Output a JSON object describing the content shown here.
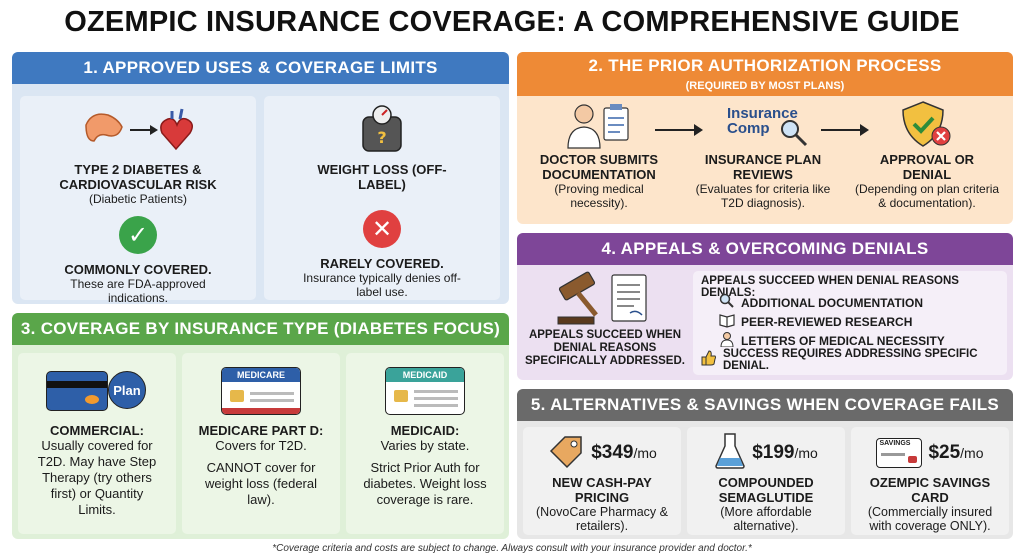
{
  "title": "OZEMPIC INSURANCE COVERAGE: A COMPREHENSIVE GUIDE",
  "colors": {
    "blue": "#3f79c0",
    "orange": "#ee8a36",
    "green": "#5aa64a",
    "purple": "#7e4698",
    "gray": "#6a6a6a",
    "check": "#3aa34a",
    "cross": "#e04040"
  },
  "section1": {
    "heading": "1. APPROVED USES & COVERAGE LIMITS",
    "left": {
      "icon": "pancreas-heart-icon",
      "label": "TYPE 2 DIABETES & CARDIOVASCULAR RISK",
      "sub": "(Diabetic Patients)",
      "status_icon": "check-icon",
      "status": "COMMONLY COVERED.",
      "desc": "These are FDA-approved indications."
    },
    "right": {
      "icon": "scale-question-icon",
      "label": "WEIGHT LOSS (OFF-LABEL)",
      "status_icon": "cross-icon",
      "status": "RARELY COVERED.",
      "desc": "Insurance typically denies off-label use."
    }
  },
  "section2": {
    "heading": "2. THE PRIOR AUTHORIZATION PROCESS",
    "subheading": "(REQUIRED BY MOST PLANS)",
    "steps": [
      {
        "icon": "doctor-clipboard-icon",
        "title": "DOCTOR SUBMITS DOCUMENTATION",
        "desc": "(Proving medical necessity)."
      },
      {
        "icon": "insurance-magnifier-icon",
        "icon_text": "Insurance Comp",
        "title": "INSURANCE PLAN REVIEWS",
        "desc": "(Evaluates for criteria like T2D diagnosis)."
      },
      {
        "icon": "shield-check-icon",
        "title": "APPROVAL OR DENIAL",
        "desc": "(Depending on plan criteria & documentation)."
      }
    ]
  },
  "section3": {
    "heading": "3. COVERAGE BY INSURANCE TYPE (DIABETES FOCUS)",
    "cols": [
      {
        "icon": "credit-card-icon",
        "badge": "Plan",
        "title": "COMMERCIAL:",
        "desc": "Usually covered for T2D. May have Step Therapy (try others first) or Quantity Limits."
      },
      {
        "icon": "medicare-card-icon",
        "card_label": "MEDICARE",
        "title": "MEDICARE PART D:",
        "desc1": "Covers for T2D.",
        "desc2": "CANNOT cover for weight loss (federal law)."
      },
      {
        "icon": "medicaid-card-icon",
        "card_label": "MEDICAID",
        "title": "MEDICAID:",
        "desc1": "Varies by state.",
        "desc2": "Strict Prior Auth for diabetes. Weight loss coverage is rare."
      }
    ]
  },
  "section4": {
    "heading": "4. APPEALS & OVERCOMING DENIALS",
    "left_text": "APPEALS SUCCEED WHEN DENIAL REASONS SPECIFICALLY ADDRESSED.",
    "intro": "APPEALS SUCCEED WHEN DENIAL REASONS DENIALS:",
    "items": [
      {
        "icon": "magnifier-icon",
        "label": "ADDITIONAL DOCUMENTATION"
      },
      {
        "icon": "book-icon",
        "label": "PEER-REVIEWED RESEARCH"
      },
      {
        "icon": "doctor-icon",
        "label": "LETTERS OF MEDICAL NECESSITY"
      }
    ],
    "footer_icon": "thumbs-up-icon",
    "footer": "SUCCESS REQUIRES ADDRESSING SPECIFIC DENIAL."
  },
  "section5": {
    "heading": "5. ALTERNATIVES & SAVINGS WHEN COVERAGE FAILS",
    "cols": [
      {
        "icon": "price-tag-icon",
        "price": "$349",
        "unit": "/mo",
        "title": "NEW CASH-PAY PRICING",
        "desc": "(NovoCare Pharmacy & retailers)."
      },
      {
        "icon": "flask-icon",
        "price": "$199",
        "unit": "/mo",
        "title": "COMPOUNDED SEMAGLUTIDE",
        "desc": "(More affordable alternative)."
      },
      {
        "icon": "savings-card-icon",
        "card_label": "SAVINGS",
        "price": "$25",
        "unit": "/mo",
        "title": "OZEMPIC SAVINGS CARD",
        "desc": "(Commercially insured with coverage ONLY)."
      }
    ]
  },
  "footnote": "*Coverage criteria and costs are subject to change. Always consult with your insurance provider and doctor.*"
}
